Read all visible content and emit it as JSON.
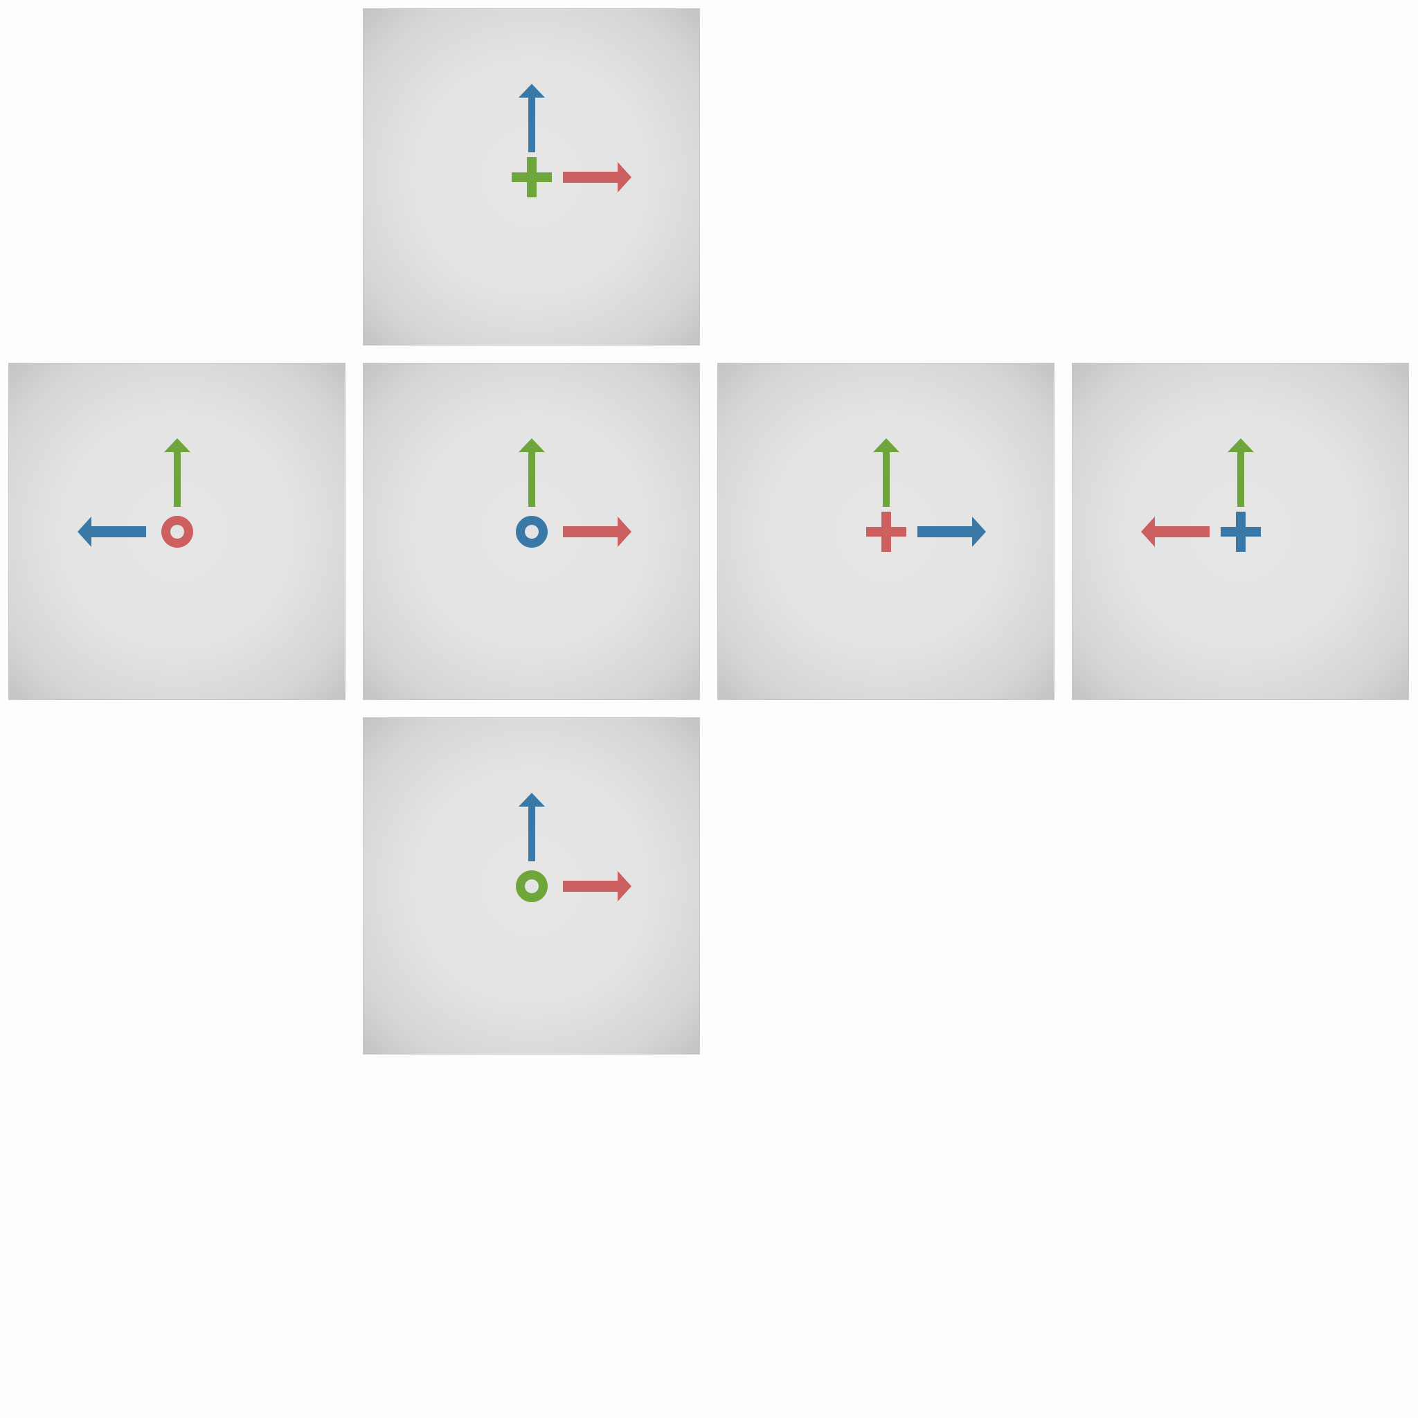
{
  "colors": {
    "x": "#cc5f5f",
    "y": "#6fa63c",
    "z": "#3a78a8"
  },
  "faces": {
    "top": {
      "center": "cross",
      "center_color": "y",
      "right_arrow": "x",
      "up_arrow": "z"
    },
    "left": {
      "center": "circle",
      "center_color": "x",
      "left_arrow": "z",
      "up_arrow": "y"
    },
    "front": {
      "center": "circle",
      "center_color": "z",
      "right_arrow": "x",
      "up_arrow": "y"
    },
    "right": {
      "center": "cross",
      "center_color": "x",
      "right_arrow": "z",
      "up_arrow": "y"
    },
    "back": {
      "center": "cross",
      "center_color": "z",
      "left_arrow": "x",
      "up_arrow": "y"
    },
    "bottom": {
      "center": "circle",
      "center_color": "y",
      "right_arrow": "x",
      "up_arrow": "z"
    }
  }
}
